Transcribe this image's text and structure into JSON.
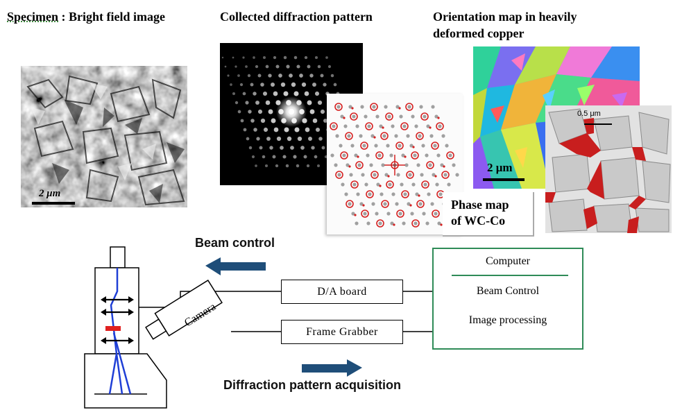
{
  "headings": {
    "specimen_prefix": "Specimen",
    "specimen_rest": " : Bright field image",
    "diffraction": "Collected diffraction pattern",
    "orientation_line1": "Orientation map in heavily",
    "orientation_line2": "deformed copper"
  },
  "scale_bars": {
    "bright_field": "2 μm",
    "orientation": "2 μm",
    "phase": "0.5 μm"
  },
  "phase_label": {
    "line1": "Phase map",
    "line2": "of WC-Co"
  },
  "diagram": {
    "beam_control": "Beam control",
    "acquisition": "Diffraction pattern acquisition",
    "da_board": "D/A board",
    "frame_grabber": "Frame Grabber",
    "camera": "Camera",
    "computer": {
      "title": "Computer",
      "line1": "Beam Control",
      "line2": "Image processing"
    }
  },
  "colors": {
    "arrow": "#1f4e79",
    "computer_border": "#2e8b57",
    "beam": "#1f3fd6",
    "marker": "#e02020",
    "diffraction_circles": "#d42020"
  }
}
